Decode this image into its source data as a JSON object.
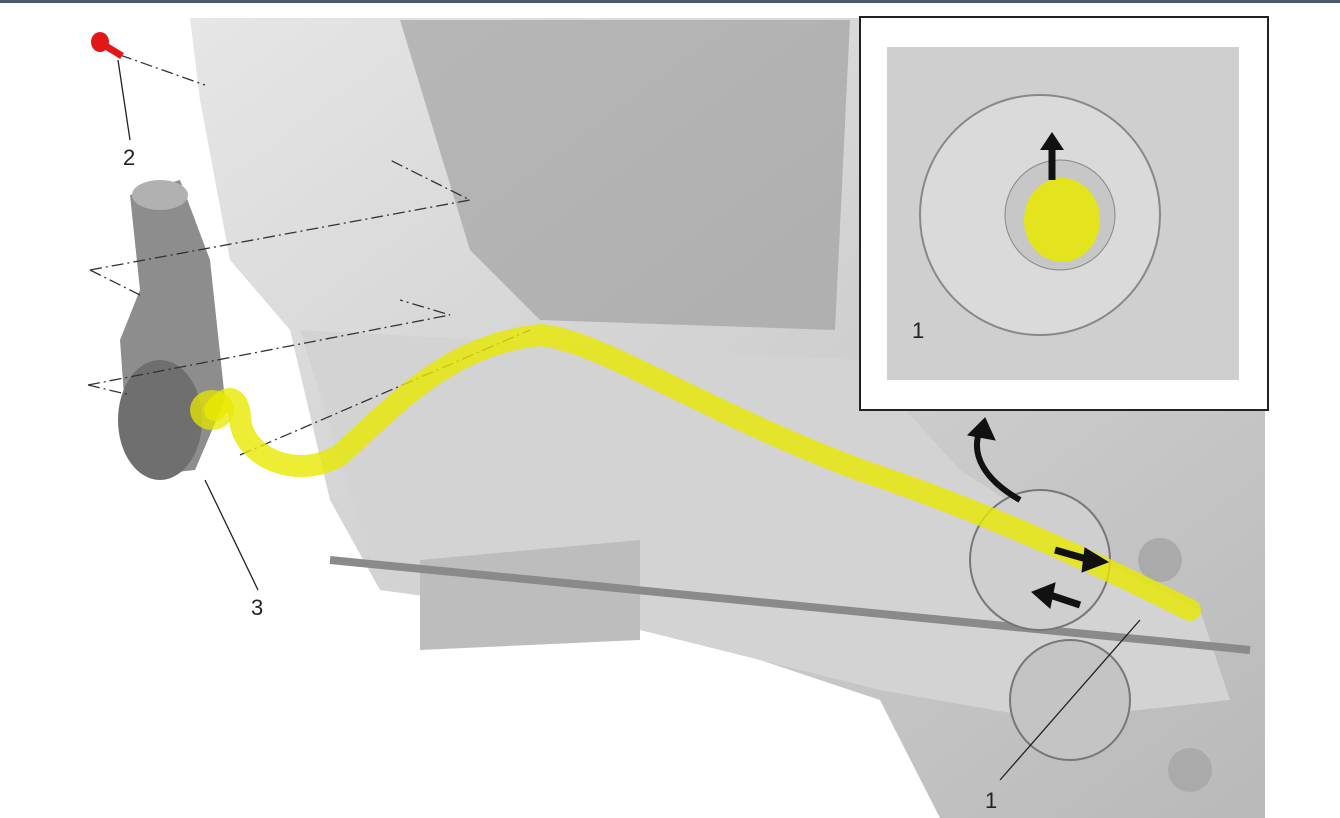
{
  "diagram": {
    "callouts": {
      "bolt": "2",
      "motor": "3",
      "cable_main": "1",
      "cable_inset": "1"
    },
    "colors": {
      "highlight": "#e8e800",
      "bolt": "#e01818",
      "part_gray": "#c9c9c9",
      "frame": "#222222"
    },
    "icons": [
      "bolt-icon",
      "arrow-icon"
    ]
  }
}
